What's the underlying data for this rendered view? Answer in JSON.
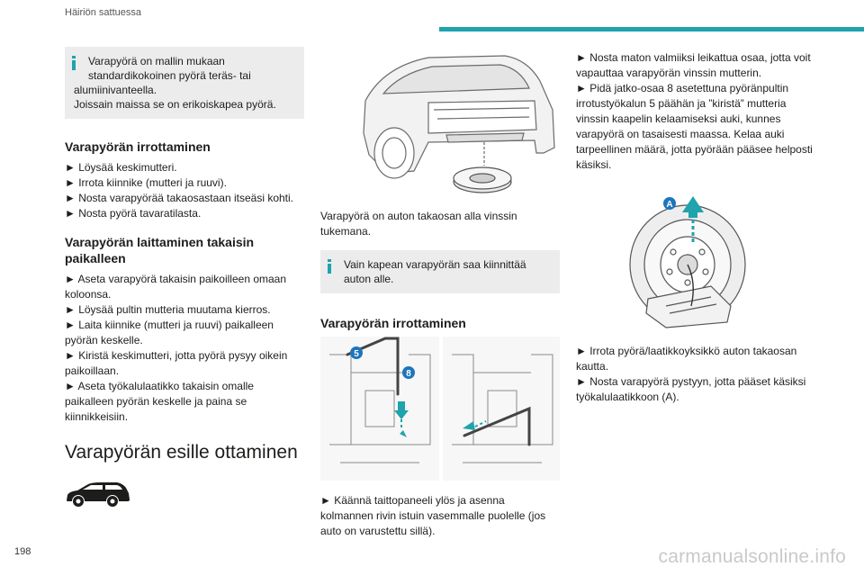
{
  "header": {
    "section": "Häiriön sattuessa"
  },
  "page_number": "198",
  "watermark": "carmanualsonline.info",
  "col1": {
    "note": {
      "line1": "Varapyörä on mallin mukaan",
      "line2": "standardikokoinen pyörä teräs- tai",
      "line3": "alumiinivanteella.",
      "line4": "Joissain maissa se on erikoiskapea pyörä."
    },
    "h_remove": "Varapyörän irrottaminen",
    "remove_steps": [
      "► Löysää keskimutteri.",
      "► Irrota kiinnike (mutteri ja ruuvi).",
      "► Nosta varapyörää takaosastaan itseäsi kohti.",
      "► Nosta pyörä tavaratilasta."
    ],
    "h_refit": "Varapyörän laittaminen takaisin paikalleen",
    "refit_steps": [
      "► Aseta varapyörä takaisin paikoilleen omaan koloonsa.",
      "► Löysää pultin mutteria muutama kierros.",
      "► Laita kiinnike (mutteri ja ruuvi) paikalleen pyörän keskelle.",
      "► Kiristä keskimutteri, jotta pyörä pysyy oikein paikoillaan.",
      "► Aseta työkalulaatikko takaisin omalle paikalleen pyörän keskelle ja paina se kiinnikkeisiin."
    ],
    "h_big": "Varapyörän esille ottaminen"
  },
  "col2": {
    "caption": "Varapyörä on auton takaosan alla vinssin tukemana.",
    "note": "Vain kapean varapyörän saa kiinnittää auton alle.",
    "h_remove": "Varapyörän irrottaminen",
    "label_5": "5",
    "label_8": "8",
    "step": "► Käännä taittopaneeli ylös ja asenna kolmannen rivin istuin vasemmalle puolelle (jos auto on varustettu sillä)."
  },
  "col3": {
    "steps_top": [
      "► Nosta maton valmiiksi leikattua osaa, jotta voit vapauttaa varapyörän vinssin mutterin.",
      "► Pidä jatko-osaa 8 asetettuna pyöränpultin irrotustyökalun 5 päähän ja ”kiristä” mutteria vinssin kaapelin kelaamiseksi auki, kunnes varapyörä on tasaisesti maassa. Kelaa auki tarpeellinen määrä, jotta pyörään pääsee helposti käsiksi."
    ],
    "label_a": "A",
    "steps_bottom": [
      "► Irrota pyörä/laatikkoyksikkö auton takaosan kautta.",
      "► Nosta varapyörä pystyyn, jotta pääset käsiksi työkalulaatikkoon (A)."
    ]
  },
  "colors": {
    "accent": "#1fa3ac",
    "label_blue": "#1d75bc",
    "note_bg": "#ececec"
  }
}
